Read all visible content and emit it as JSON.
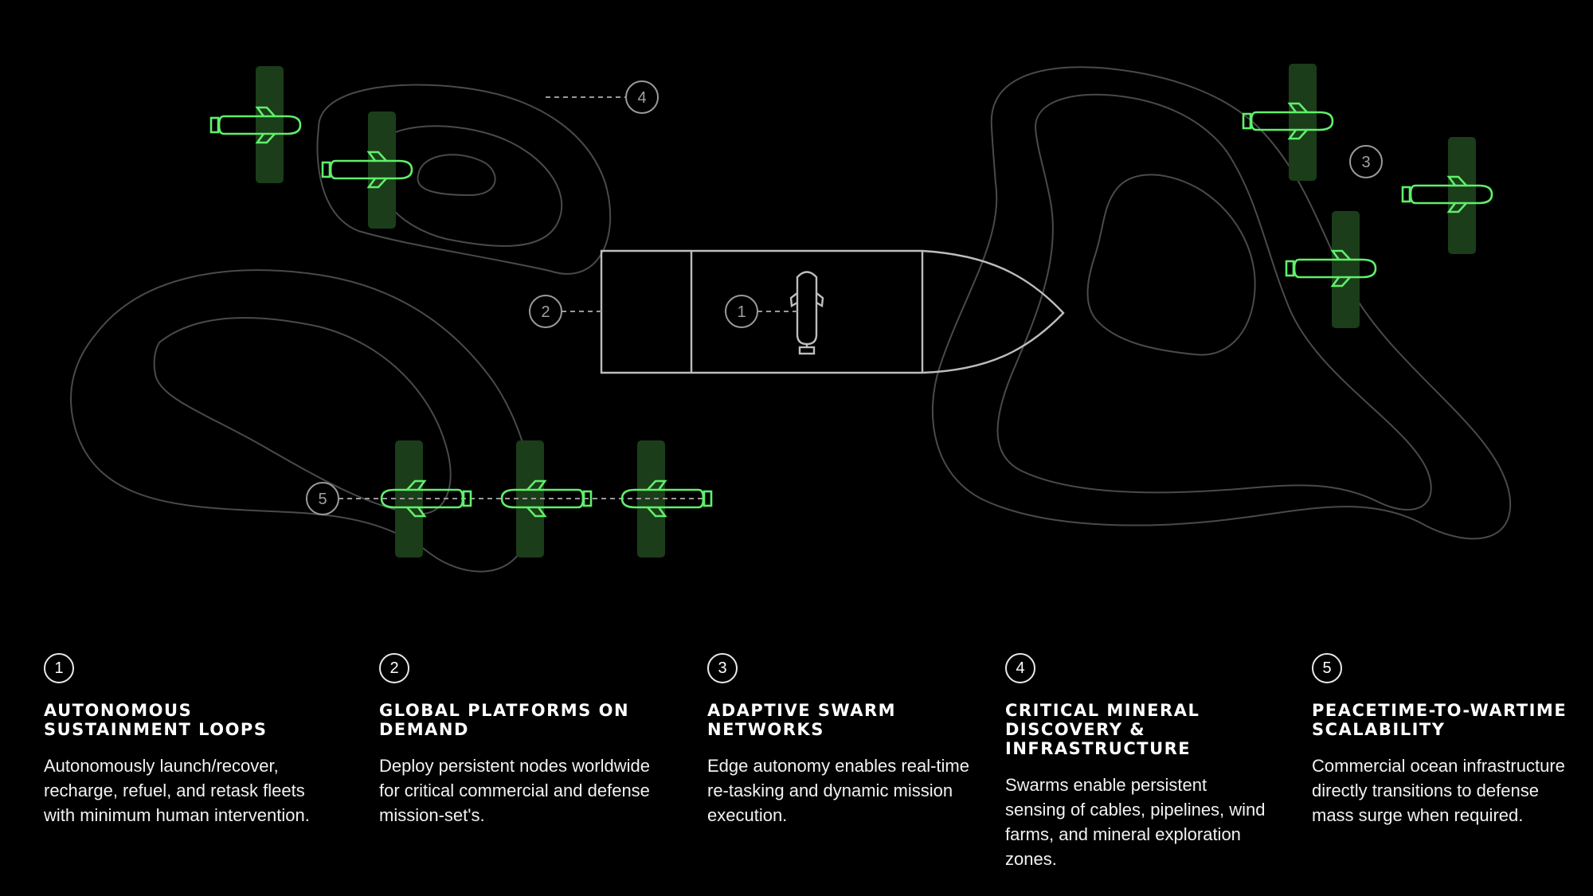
{
  "colors": {
    "background": "#000000",
    "accent": "#5ff06a",
    "accent_band": "#1b3d1a",
    "contour": "#4a4a4a",
    "marker": "#9a9a9a"
  },
  "icons": {
    "vessel": "mothership-hull",
    "drone": "underwater-drone-icon",
    "contour": "bathymetry-contour"
  },
  "markers": [
    {
      "id": "marker-1",
      "label": "1"
    },
    {
      "id": "marker-2",
      "label": "2"
    },
    {
      "id": "marker-3",
      "label": "3"
    },
    {
      "id": "marker-4",
      "label": "4"
    },
    {
      "id": "marker-5",
      "label": "5"
    }
  ],
  "features": [
    {
      "number": "1",
      "title": "Autonomous Sustainment Loops",
      "body": "Autonomously launch/recover, recharge, refuel, and retask fleets with minimum human intervention."
    },
    {
      "number": "2",
      "title": "Global Platforms On Demand",
      "body": "Deploy persistent nodes worldwide for critical commercial and defense mission-set's."
    },
    {
      "number": "3",
      "title": "Adaptive Swarm Networks",
      "body": "Edge autonomy enables real-time re-tasking and dynamic mission execution."
    },
    {
      "number": "4",
      "title": "Critical Mineral Discovery & Infrastructure",
      "body": "Swarms enable persistent sensing of cables, pipelines, wind farms, and mineral exploration zones."
    },
    {
      "number": "5",
      "title": "Peacetime-to-Wartime Scalability",
      "body": "Commercial ocean infrastructure directly transitions to defense mass surge when required."
    }
  ]
}
